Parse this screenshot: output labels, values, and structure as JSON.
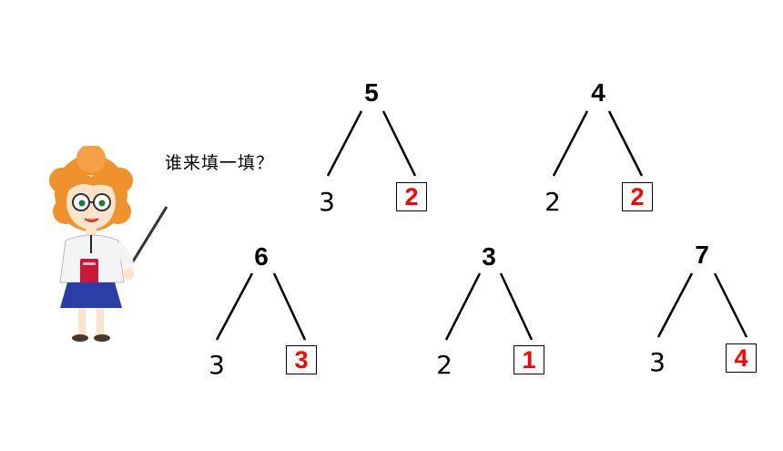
{
  "prompt": "谁来填一填？",
  "trees": [
    {
      "top": "5",
      "left": "3",
      "answer": "2"
    },
    {
      "top": "4",
      "left": "2",
      "answer": "2"
    },
    {
      "top": "6",
      "left": "3",
      "answer": "3"
    },
    {
      "top": "3",
      "left": "2",
      "answer": "1"
    },
    {
      "top": "7",
      "left": "3",
      "answer": "4"
    }
  ],
  "colors": {
    "answer": "#ff0000",
    "hair": "#f0922b",
    "skirt": "#2b3ea8",
    "book": "#c8193a"
  },
  "icons": {
    "teacher": "teacher-with-pointer-illustration"
  }
}
